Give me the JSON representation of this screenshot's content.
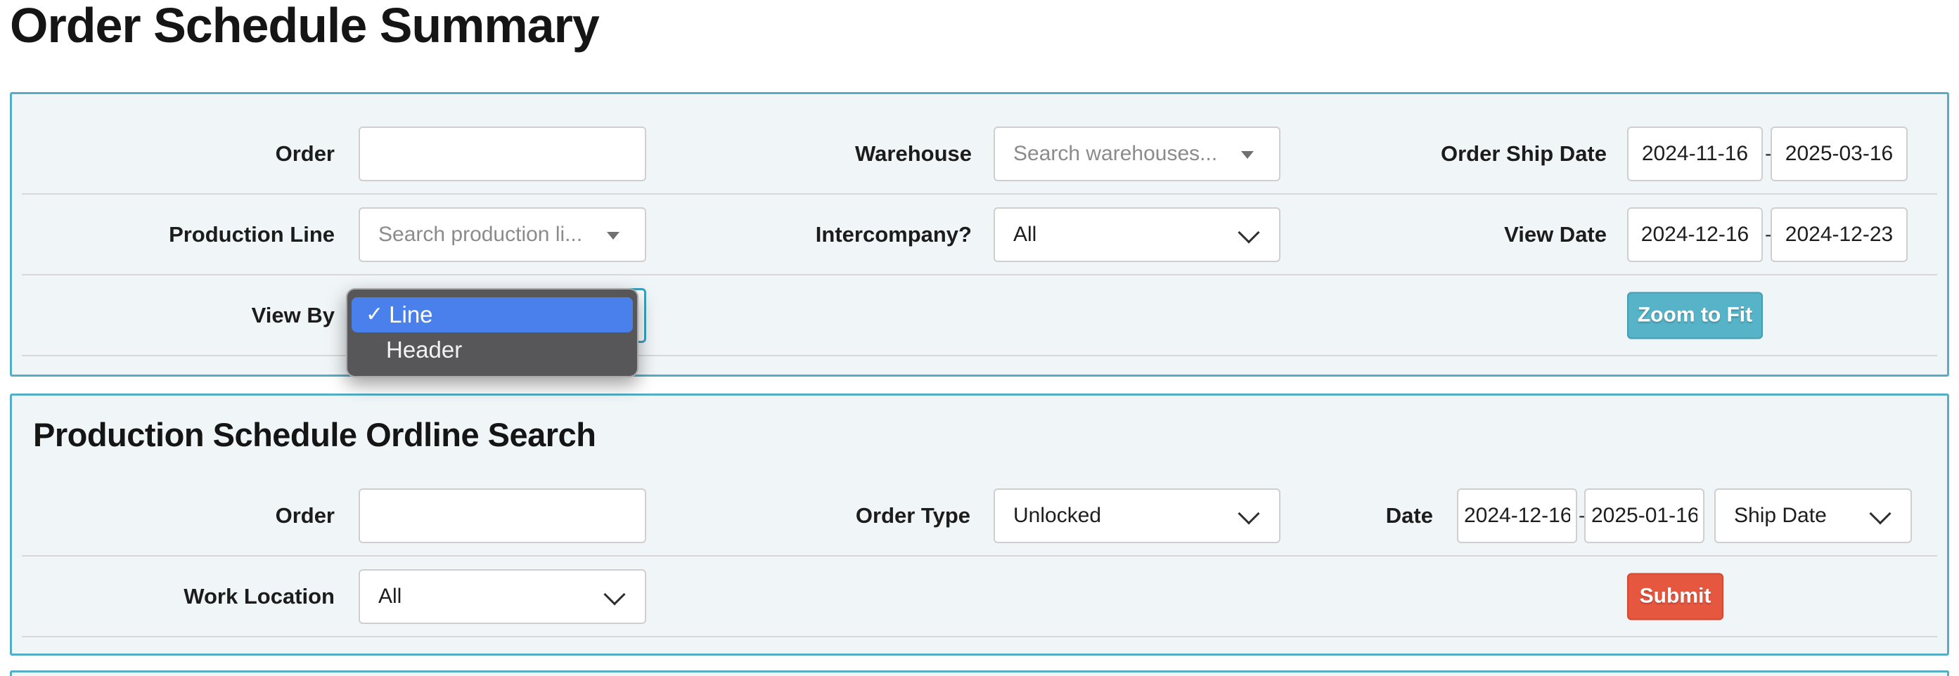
{
  "colors": {
    "accent": "#54aec6",
    "panel-bg": "#f0f5f7",
    "button-teal": "#57b3c7",
    "submit-red": "#e65740",
    "highlight-blue": "#4a80ec",
    "popup-gray": "#57575a"
  },
  "header": {
    "title": "Order Schedule Summary"
  },
  "filters": {
    "order": {
      "label": "Order",
      "value": ""
    },
    "warehouse": {
      "label": "Warehouse",
      "placeholder": "Search warehouses..."
    },
    "order_ship_date": {
      "label": "Order Ship Date",
      "from": "2024-11-16",
      "separator": "-",
      "to": "2025-03-16"
    },
    "production_line": {
      "label": "Production Line",
      "placeholder": "Search production li..."
    },
    "intercompany": {
      "label": "Intercompany?",
      "value": "All"
    },
    "view_date": {
      "label": "View Date",
      "from": "2024-12-16",
      "separator": "-",
      "to": "2024-12-23"
    },
    "view_by": {
      "label": "View By",
      "selected": "Line"
    },
    "zoom_to_fit_label": "Zoom to Fit"
  },
  "view_by_dropdown": {
    "checkmark": "✓",
    "items": [
      {
        "label": "Line",
        "selected": true
      },
      {
        "label": "Header",
        "selected": false
      }
    ]
  },
  "ordline_search": {
    "title": "Production Schedule Ordline Search",
    "order": {
      "label": "Order",
      "value": ""
    },
    "order_type": {
      "label": "Order Type",
      "value": "Unlocked"
    },
    "date": {
      "label": "Date",
      "from": "2024-12-16",
      "separator": "-",
      "to": "2025-01-16",
      "mode": "Ship Date"
    },
    "work_location": {
      "label": "Work Location",
      "value": "All"
    },
    "submit_label": "Submit"
  }
}
